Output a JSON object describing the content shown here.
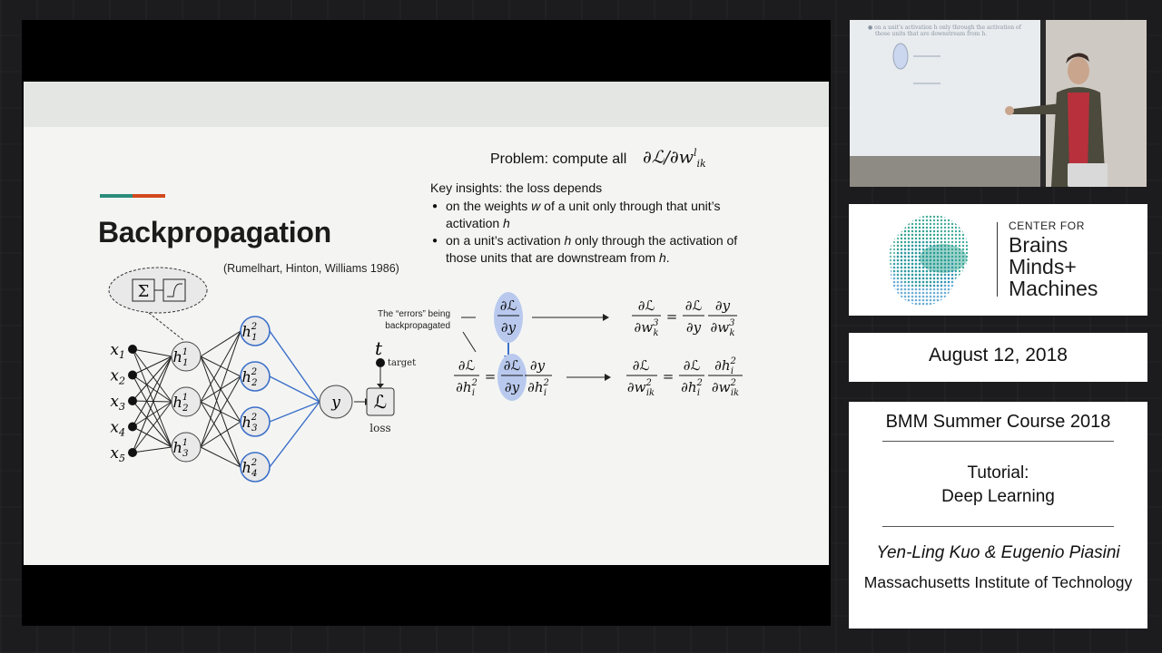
{
  "slide": {
    "title": "Backpropagation",
    "citation": "(Rumelhart, Hinton, Williams 1986)",
    "problem_label": "Problem: compute all",
    "problem_math": "∂ℒ/∂wₗᵢₖ",
    "insights_lead": "Key insights: the loss depends",
    "insight_1a": "on the weights ",
    "insight_1_w": "w",
    "insight_1b": " of a unit only through that unit’s",
    "insight_1c": "activation ",
    "insight_1_h": "h",
    "insight_2a": "on a unit’s activation ",
    "insight_2_h": "h",
    "insight_2b": " only through the activation of",
    "insight_2c": "those units that are downstream from ",
    "insight_2_h2": "h",
    "insight_2d": ".",
    "errors_label_1": "The “errors” being",
    "errors_label_2": "backpropagated",
    "network": {
      "inputs": [
        "x1",
        "x2",
        "x3",
        "x4",
        "x5"
      ],
      "hidden1": [
        "h1",
        "h2",
        "h3"
      ],
      "hidden2": [
        "h1",
        "h2",
        "h3",
        "h4"
      ],
      "output": "y",
      "target": "t",
      "target_label": "target",
      "loss_symbol": "ℒ",
      "loss_label": "loss"
    },
    "colors": {
      "accent_green": "#2a8c7c",
      "accent_red": "#d2491e",
      "highlight_blue": "#3b6fc9",
      "bubble": "#b9c9ee"
    }
  },
  "panel": {
    "cbmm_center": "CENTER FOR",
    "cbmm_line1": "Brains",
    "cbmm_line2": "Minds+",
    "cbmm_line3": "Machines",
    "date": "August 12, 2018",
    "course": "BMM Summer Course 2018",
    "tutorial_line1": "Tutorial:",
    "tutorial_line2": "Deep Learning",
    "authors": "Yen-Ling Kuo & Eugenio Piasini",
    "institution": "Massachusetts Institute of Technology"
  }
}
